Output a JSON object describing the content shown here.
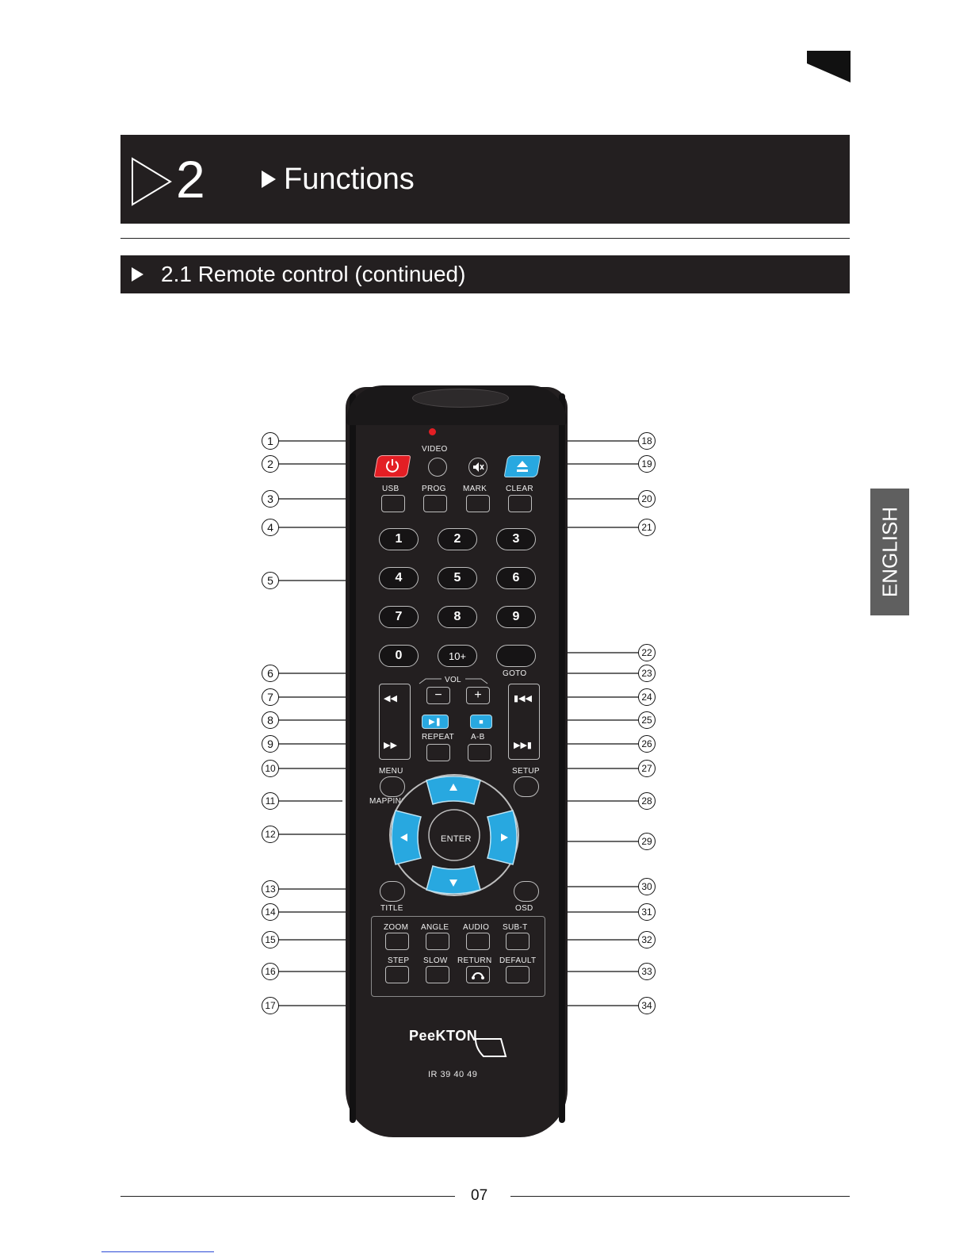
{
  "chapter": {
    "number": "2",
    "title": "Functions"
  },
  "section": {
    "title": "2.1 Remote control (continued)"
  },
  "side_tab": {
    "label": "ENGLISH"
  },
  "footer": {
    "page": "07"
  },
  "remote": {
    "labels": {
      "video": "VIDEO",
      "usb": "USB",
      "prog": "PROG",
      "mark": "MARK",
      "clear": "CLEAR",
      "vol": "VOL",
      "goto": "GOTO",
      "repeat": "REPEAT",
      "ab": "A-B",
      "menu": "MENU",
      "mapping": "MAPPING",
      "setup": "SETUP",
      "enter": "ENTER",
      "title": "TITLE",
      "osd": "OSD",
      "zoom": "ZOOM",
      "angle": "ANGLE",
      "audio": "AUDIO",
      "subt": "SUB-T",
      "step": "STEP",
      "slow": "SLOW",
      "return": "RETURN",
      "default": "DEFAULT",
      "ten_plus": "10+"
    },
    "digits": [
      "1",
      "2",
      "3",
      "4",
      "5",
      "6",
      "7",
      "8",
      "9",
      "0"
    ],
    "brand": "PeeKTON",
    "model": "IR 39 40 49",
    "colors": {
      "power": "#e31e24",
      "eject": "#28a8e0",
      "nav": "#28a8e0",
      "body": "#231f20"
    }
  },
  "callouts": [
    "1",
    "2",
    "3",
    "4",
    "5",
    "6",
    "7",
    "8",
    "9",
    "10",
    "11",
    "12",
    "13",
    "14",
    "15",
    "16",
    "17",
    "18",
    "19",
    "20",
    "21",
    "22",
    "23",
    "24",
    "25",
    "26",
    "27",
    "28",
    "29",
    "30",
    "31",
    "32",
    "33",
    "34"
  ]
}
